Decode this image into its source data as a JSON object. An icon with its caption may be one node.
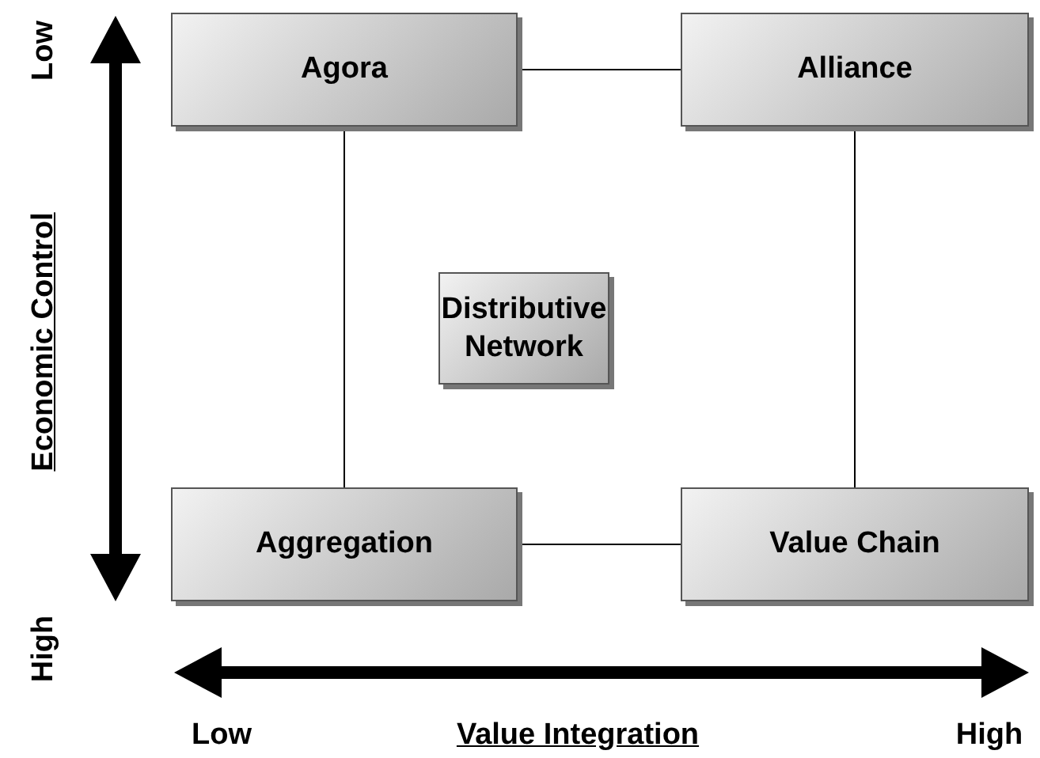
{
  "diagram": {
    "nodes": [
      {
        "text": [
          "Agora"
        ]
      },
      {
        "text": [
          "Alliance"
        ]
      },
      {
        "text": [
          "Distributive Network"
        ]
      },
      {
        "text": [
          "Aggregation"
        ]
      },
      {
        "text": [
          "Value Chain"
        ]
      }
    ],
    "edges": [
      {
        "from": 0,
        "to": 1,
        "arrow": "none"
      },
      {
        "from": 0,
        "to": 3,
        "arrow": "none"
      },
      {
        "from": 1,
        "to": 4,
        "arrow": "none"
      },
      {
        "from": 3,
        "to": 4,
        "arrow": "none"
      }
    ],
    "labels": [
      "Low",
      "Economic Control",
      "High",
      "Low",
      "Value Integration",
      "High"
    ]
  }
}
